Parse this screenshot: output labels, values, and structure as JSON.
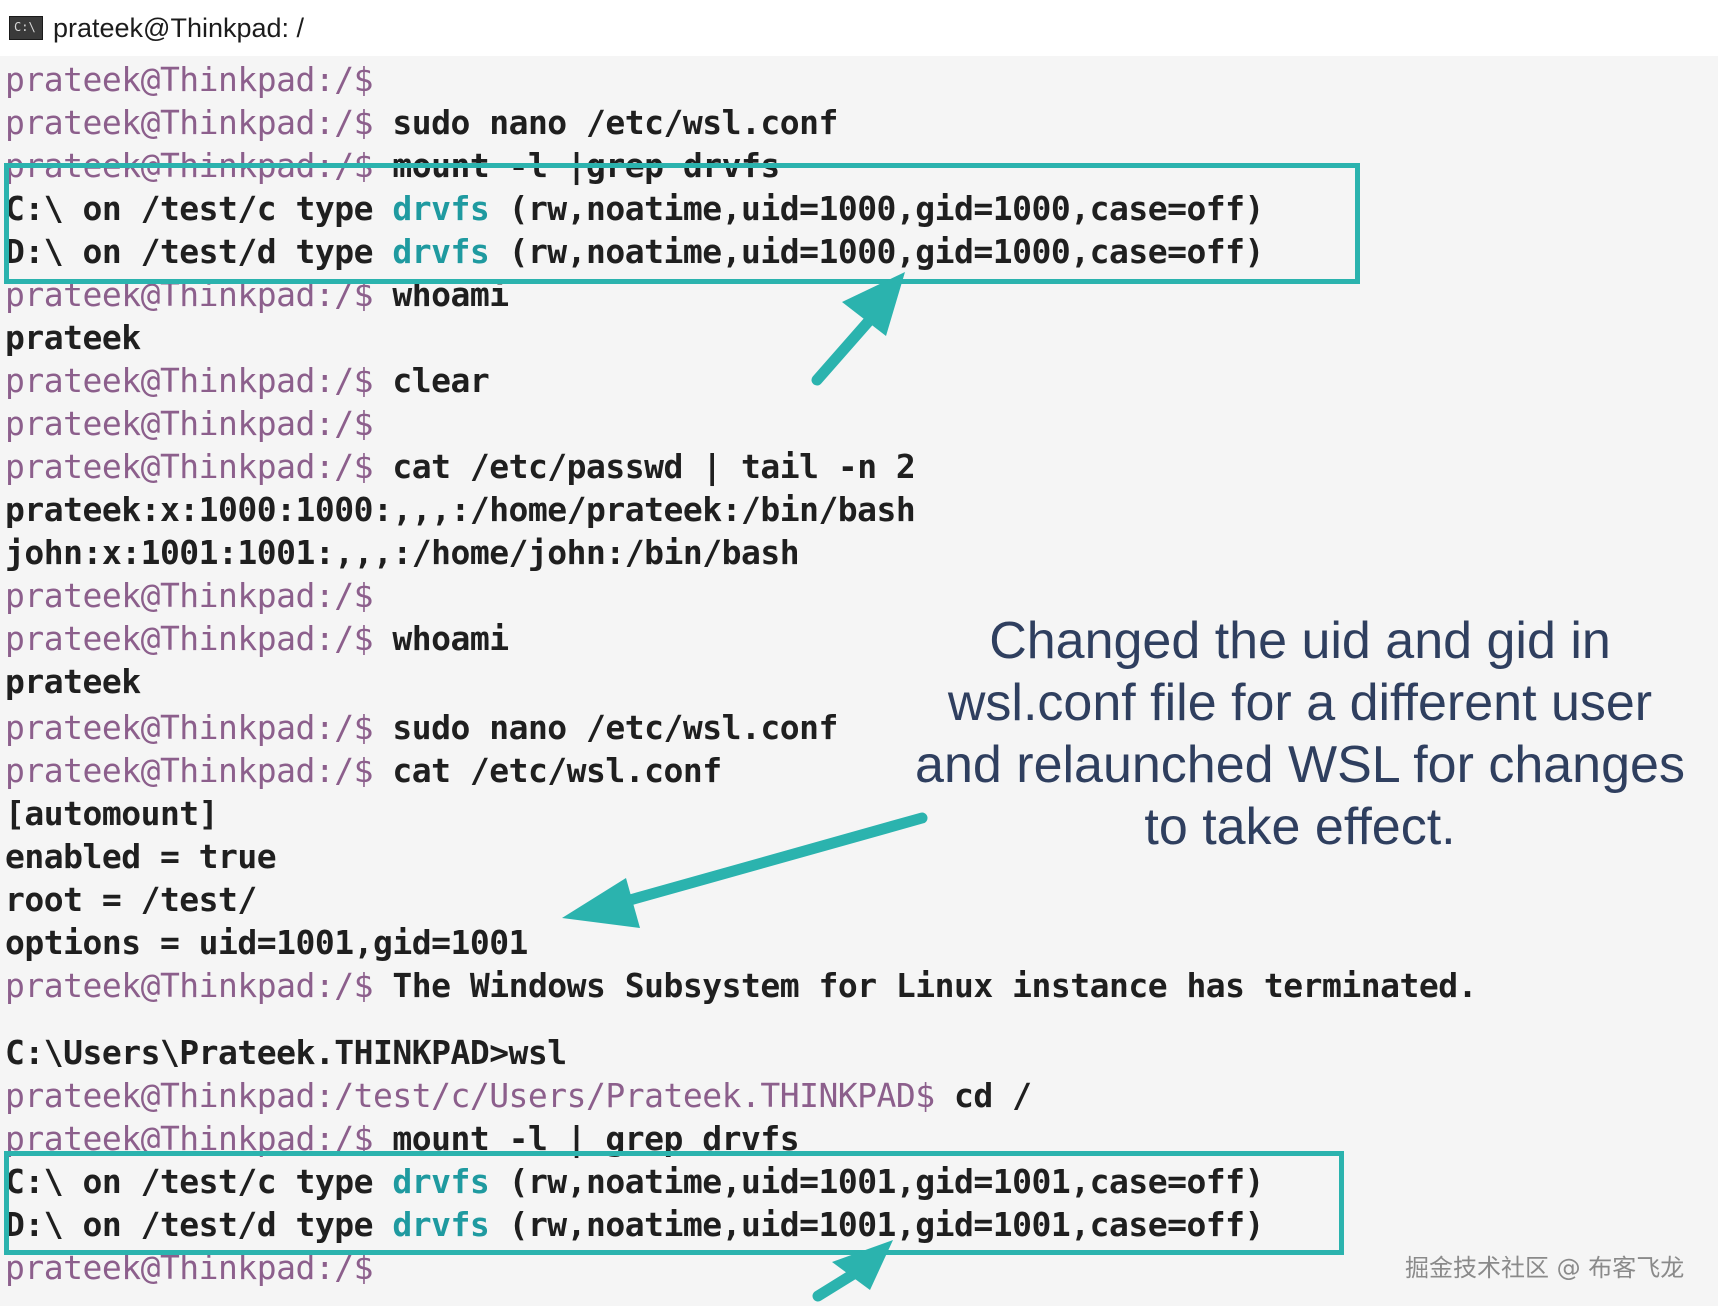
{
  "window": {
    "title": "prateek@Thinkpad: /",
    "icon": "terminal-icon"
  },
  "terminal": {
    "lines": [
      {
        "prompt": "prateek@Thinkpad:/$",
        "cmd": ""
      },
      {
        "prompt": "prateek@Thinkpad:/$",
        "cmd": " sudo nano /etc/wsl.conf"
      },
      {
        "prompt": "prateek@Thinkpad:/$",
        "cmd": " mount -l |grep drvfs"
      },
      {
        "out_a": "C:\\ on /test/c type ",
        "type": "drvfs",
        "out_b": " (rw,noatime,uid=1000,gid=1000,case=off)"
      },
      {
        "out_a": "D:\\ on /test/d type ",
        "type": "drvfs",
        "out_b": " (rw,noatime,uid=1000,gid=1000,case=off)"
      },
      {
        "prompt": "prateek@Thinkpad:/$",
        "cmd": " whoami"
      },
      {
        "out": "prateek"
      },
      {
        "prompt": "prateek@Thinkpad:/$",
        "cmd": " clear"
      },
      {
        "prompt": "prateek@Thinkpad:/$",
        "cmd": ""
      },
      {
        "prompt": "prateek@Thinkpad:/$",
        "cmd": " cat /etc/passwd | tail -n 2"
      },
      {
        "out": "prateek:x:1000:1000:,,,:/home/prateek:/bin/bash"
      },
      {
        "out": "john:x:1001:1001:,,,:/home/john:/bin/bash"
      },
      {
        "prompt": "prateek@Thinkpad:/$",
        "cmd": ""
      },
      {
        "prompt": "prateek@Thinkpad:/$",
        "cmd": " whoami"
      },
      {
        "out": "prateek"
      },
      {
        "prompt": "prateek@Thinkpad:/$",
        "cmd": " sudo nano /etc/wsl.conf"
      },
      {
        "prompt": "prateek@Thinkpad:/$",
        "cmd": " cat /etc/wsl.conf"
      },
      {
        "out": "[automount]"
      },
      {
        "out": "enabled = true"
      },
      {
        "out": "root = /test/"
      },
      {
        "out": "options = uid=1001,gid=1001"
      },
      {
        "prompt": "prateek@Thinkpad:/$",
        "cmd": " The Windows Subsystem for Linux instance has terminated."
      },
      {
        "out": "C:\\Users\\Prateek.THINKPAD>wsl"
      },
      {
        "prompt": "prateek@Thinkpad:/test/c/Users/Prateek.THINKPAD$",
        "cmd": " cd /"
      },
      {
        "prompt": "prateek@Thinkpad:/$",
        "cmd": " mount -l | grep drvfs"
      },
      {
        "out_a": "C:\\ on /test/c type ",
        "type": "drvfs",
        "out_b": " (rw,noatime,uid=1001,gid=1001,case=off)"
      },
      {
        "out_a": "D:\\ on /test/d type ",
        "type": "drvfs",
        "out_b": " (rw,noatime,uid=1001,gid=1001,case=off)"
      },
      {
        "prompt": "prateek@Thinkpad:/$",
        "cmd": ""
      }
    ]
  },
  "annotation": {
    "lines": [
      "Changed the uid and gid in",
      "wsl.conf file for a different user",
      "and relaunched WSL for changes",
      "to take effect."
    ]
  },
  "watermark": "掘金技术社区 @ 布客飞龙",
  "colors": {
    "prompt": "#8c5f8c",
    "drvfs": "#1f9aa0",
    "highlight": "#2bb3ae",
    "annotation": "#2f3f5f"
  }
}
